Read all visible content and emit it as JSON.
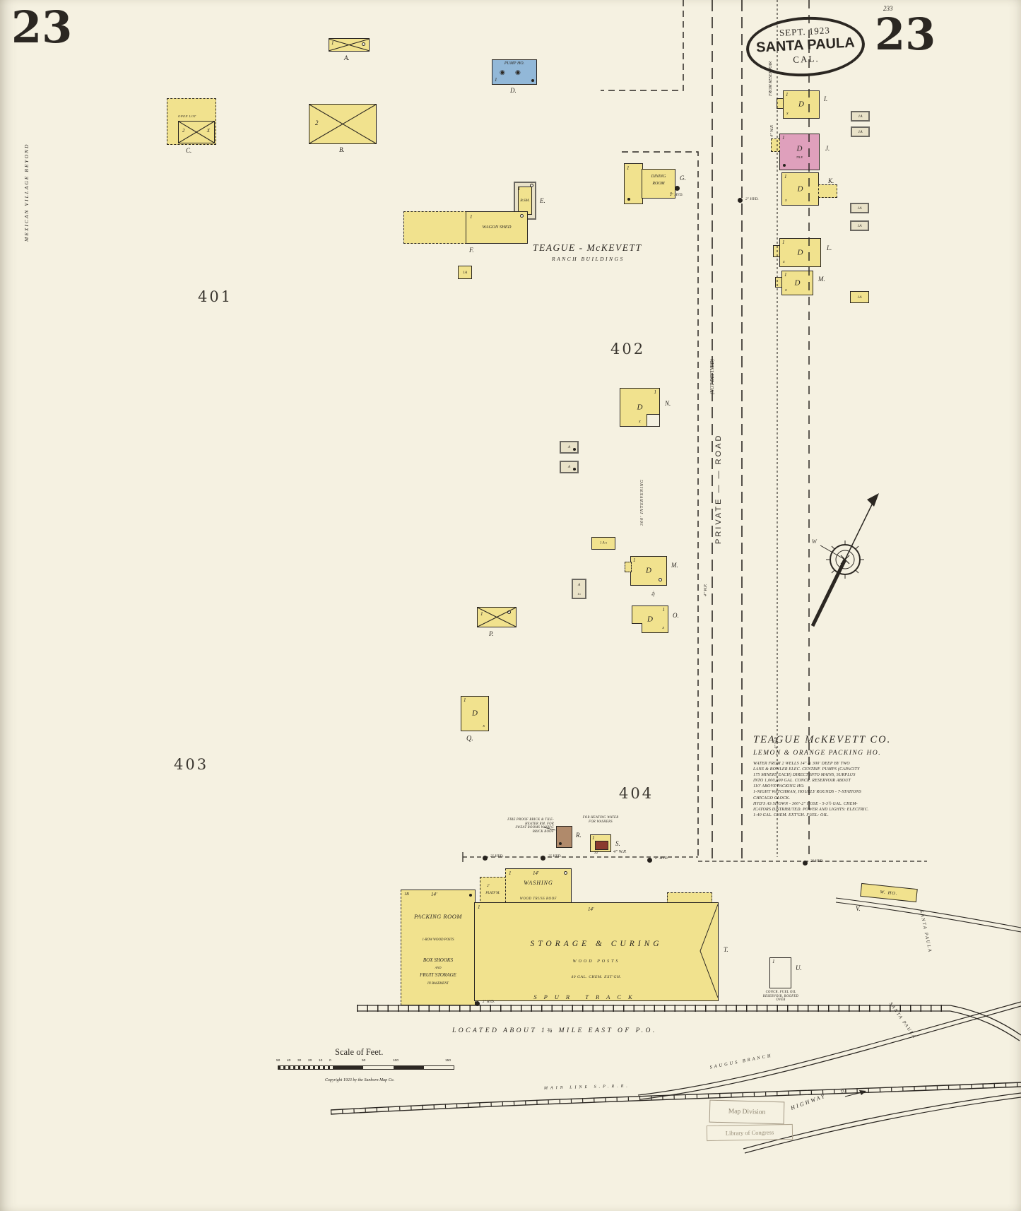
{
  "header": {
    "sheet_left": "23",
    "sheet_right": "23",
    "page_ref": "233",
    "stamp_date": "SEPT. 1923",
    "stamp_city": "SANTA PAULA",
    "stamp_state": "CAL."
  },
  "margin": {
    "left_note": "MEXICAN VILLAGE BEYOND"
  },
  "blocks": {
    "b401": "401",
    "b402": "402",
    "b403": "403",
    "b404": "404"
  },
  "road": {
    "name": "PRIVATE — — ROAD",
    "not_defined": "(NOT DEFINED)"
  },
  "pipe": {
    "from_reservoir": "FROM RESERVOIR",
    "wp": "4\" W.P.",
    "hyd": "2\" HYD.",
    "d32": "32'",
    "d30": "30'",
    "d300": "300' INTERVENING"
  },
  "ranch": {
    "title": "TEAGUE - McKEVETT",
    "subtitle": "RANCH BUILDINGS"
  },
  "compass": {
    "w": "W"
  },
  "bld": {
    "a": {
      "label": "A.",
      "n": "1"
    },
    "b": {
      "label": "B.",
      "n": "2"
    },
    "c": {
      "label": "C.",
      "n": "2",
      "x": "X",
      "note": "OPEN LOT"
    },
    "pump": {
      "label": "D.",
      "name": "PUMP HO.",
      "n": "1"
    },
    "e": {
      "label": "E.",
      "name": "B.SM.",
      "n": "1"
    },
    "f": {
      "label": "F.",
      "name": "WAGON SHED",
      "n": "1"
    },
    "g": {
      "label": "G.",
      "line1": "DINING",
      "line2": "ROOM",
      "n": "1"
    },
    "i": {
      "label": "I.",
      "d": "D",
      "n": "1",
      "x": "x"
    },
    "j": {
      "label": "J.",
      "d": "D",
      "tile": "TILE",
      "n": "1"
    },
    "k": {
      "label": "K.",
      "d": "D",
      "n": "1",
      "x": "x"
    },
    "l": {
      "label": "L.",
      "d": "D",
      "n": "1",
      "x": "x"
    },
    "m1": {
      "label": "M.",
      "d": "D",
      "n": "1",
      "x": "x"
    },
    "n": {
      "label": "N.",
      "d": "D",
      "n": "1",
      "x": "x"
    },
    "m2": {
      "label": "M.",
      "d": "D",
      "n": "1"
    },
    "o": {
      "label": "O.",
      "d": "D",
      "n": "1",
      "x": "x"
    },
    "p": {
      "label": "P.",
      "n": "1"
    },
    "q": {
      "label": "Q.",
      "d": "D",
      "n": "1",
      "x": "x"
    },
    "r": {
      "label": "R.",
      "note": [
        "FIRE PROOF BRICK & TILE-",
        "HEATER RM. FOR",
        "SWEAT ROOMS WASH'G",
        "BRICK ROOF"
      ]
    },
    "s": {
      "label": "S.",
      "n": "1",
      "note": [
        "FOR HEATING WATER",
        "FOR WASHERS"
      ]
    },
    "t": {
      "label": "T.",
      "name": "STORAGE & CURING",
      "wood": "WOOD POSTS",
      "chem": "40 GAL. CHEM. EXT'GH.",
      "h": "14'",
      "n": "1"
    },
    "u": {
      "label": "U.",
      "n": "1",
      "note": [
        "CONCR. FUEL OIL",
        "RESERVOIR, ROOFED",
        "OVER"
      ]
    },
    "v": {
      "label": "V.",
      "name": "W. HO."
    },
    "wash": {
      "name": "WASHING",
      "roof": "WOOD TRUSS ROOF",
      "h": "14'",
      "n": "1",
      "plat_a": "2'",
      "plat_b": "PLATF'M."
    },
    "pack": {
      "name": "PACKING ROOM",
      "posts": "1-ROW WOOD POSTS",
      "l1": "BOX SHOOKS",
      "l2": "AND",
      "l3": "FRUIT STORAGE",
      "l4": "IN BASEMENT",
      "h": "14'",
      "c": "1B"
    },
    "shed1a": "1A",
    "sheda": "A",
    "shed1ax": "1 A x",
    "sheda1o": "1o"
  },
  "company": {
    "title": "TEAGUE McKEVETT CO.",
    "subtitle": "LEMON & ORANGE PACKING HO.",
    "lines": [
      "WATER FROM 2 WELLS 14\" & 300' DEEP BY TWO",
      "LANE & BOWLER ELEC. CENTRIF. PUMPS (CAPACITY",
      "175 MINERS EACH) DIRECT INTO MAINS, SURPLUS",
      "INTO 1,000,000 GAL. CONCR. RESERVOIR ABOUT",
      "110' ABOVE PACKING HO.",
      "1-NIGHT WATCHMAN, HOURLY ROUNDS - 7-STATIONS",
      "CHICAGO CLOCK.",
      "HYD'S AS SHOWN - 300'-2\" HOSE - 5-3½ GAL. CHEM-",
      "ICATORS DISTRIBUTED. POWER AND LIGHTS: ELECTRIC.",
      "1-40 GAL. CHEM. EXT'GH.  FUEL: OIL."
    ]
  },
  "bottom": {
    "spur": "SPUR TRACK",
    "located": "LOCATED ABOUT 1¾ MILE EAST OF P.O.",
    "main_line": "MAIN LINE S.P.R.R.",
    "saugus": "SAUGUS BRANCH",
    "highway": "HIGHWAY",
    "to": "TO",
    "santa_paula": "SANTA PAULA"
  },
  "scalebar": {
    "title": "Scale of Feet.",
    "marks": [
      "50",
      "40",
      "30",
      "20",
      "10",
      "0",
      "50",
      "100",
      "150"
    ],
    "copyright": "Copyright 1923 by the Sanborn Map Co."
  },
  "stampbox": {
    "line1": "Map Division",
    "line2": "Library of Congress"
  }
}
